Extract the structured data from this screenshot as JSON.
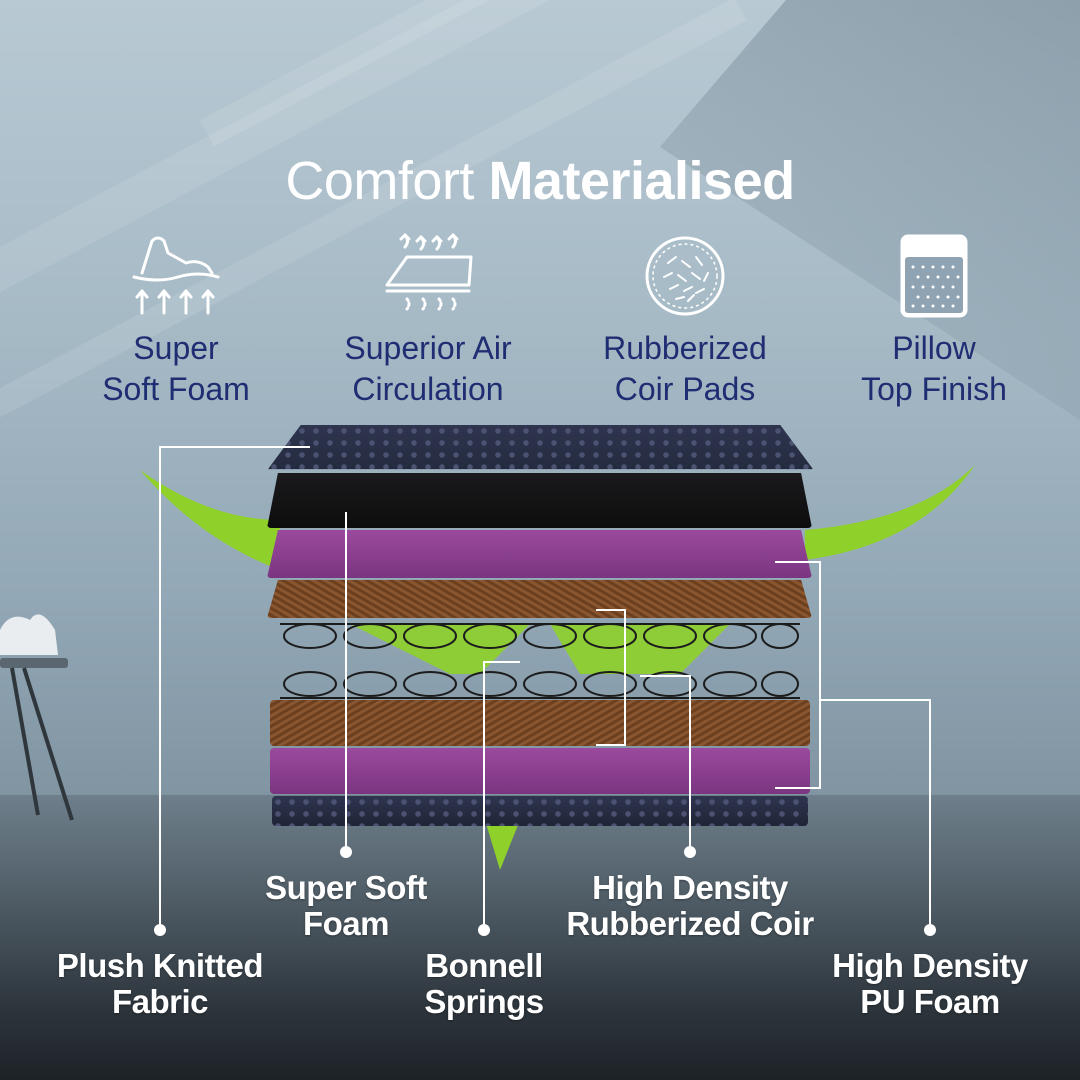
{
  "title": {
    "regular": "Comfort",
    "bold": "Materialised"
  },
  "features": [
    {
      "icon": "recliner-foam-icon",
      "label": "Super\nSoft Foam"
    },
    {
      "icon": "air-circulation-icon",
      "label": "Superior Air\nCirculation"
    },
    {
      "icon": "coir-pad-icon",
      "label": "Rubberized\nCoir Pads"
    },
    {
      "icon": "pillow-top-icon",
      "label": "Pillow\nTop Finish"
    }
  ],
  "callouts": {
    "plush_fabric": "Plush Knitted\nFabric",
    "soft_foam": "Super Soft\nFoam",
    "bonnell_springs": "Bonnell\nSprings",
    "rubberized_coir": "High Density\nRubberized Coir",
    "pu_foam": "High Density\nPU Foam"
  },
  "colors": {
    "title": "#ffffff",
    "feature_label": "#1f2d72",
    "accent_green": "#8fd12a",
    "purple_foam": "#8a3f8c",
    "coir_brown": "#7a4a26",
    "fabric_navy": "#2b3148"
  }
}
